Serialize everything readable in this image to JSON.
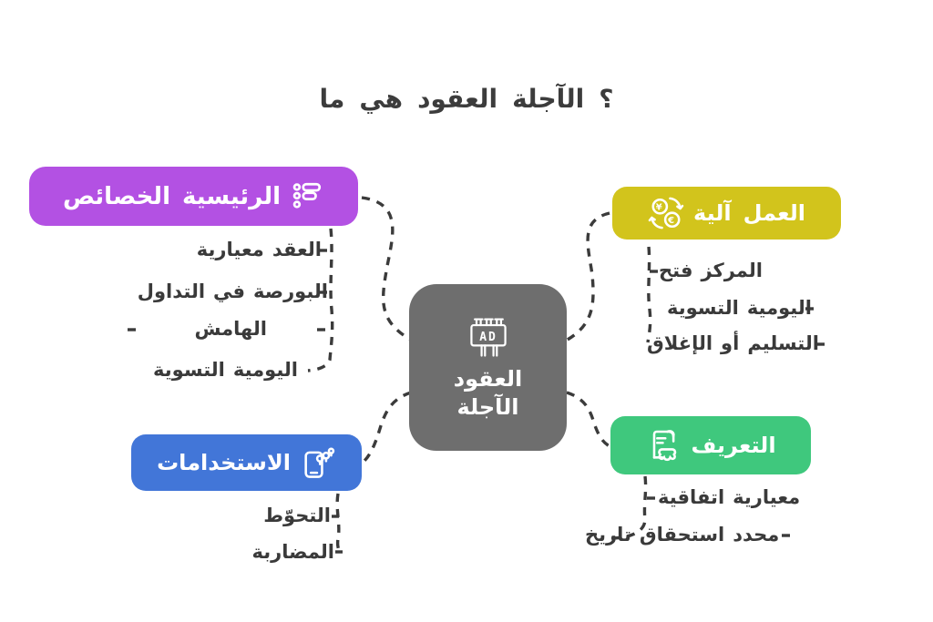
{
  "title": "ما هي العقود الآجلة؟",
  "center_node": {
    "label_line1": "العقود",
    "label_line2": "الآجلة",
    "icon": "billboard-ad",
    "color": "#6e6e6e"
  },
  "branches": {
    "key_features": {
      "label": "الخصائص الرئيسية",
      "color": "#b351e3",
      "icon": "list",
      "items": [
        "معيارية العقد",
        "التداول في البورصة",
        "الهامش",
        "التسوية اليومية"
      ]
    },
    "mechanism": {
      "label": "آلية العمل",
      "color": "#d2c41c",
      "icon": "currency-exchange",
      "items": [
        "فتح المركز",
        "التسوية اليومية",
        "الإغلاق أو التسليم"
      ]
    },
    "uses": {
      "label": "الاستخدامات",
      "color": "#4276d8",
      "icon": "phone-stats",
      "items": [
        "التحوّط",
        "المضاربة"
      ]
    },
    "definition": {
      "label": "التعريف",
      "color": "#3fc87d",
      "icon": "contract-scroll",
      "items": [
        "اتفاقية معيارية",
        "تاريخ استحقاق محدد"
      ]
    }
  },
  "colors": {
    "background": "#ffffff",
    "text": "#3a3a3a",
    "connector": "#3b3b3b"
  }
}
